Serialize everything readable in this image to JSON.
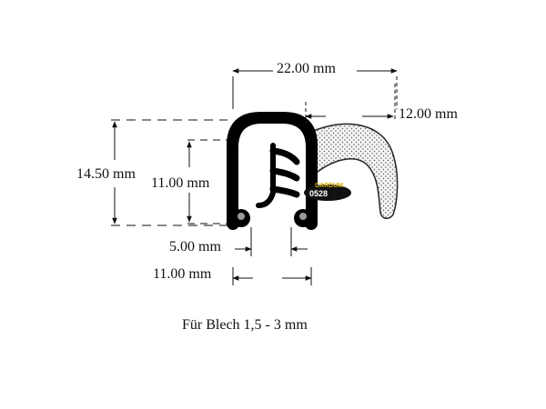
{
  "dimensions": {
    "width_top": "22.00 mm",
    "lip_width": "12.00 mm",
    "total_height": "14.50 mm",
    "inner_height": "11.00 mm",
    "slot_width": "5.00 mm",
    "base_width": "11.00 mm"
  },
  "caption": "Für Blech 1,5 - 3 mm",
  "logo": {
    "brand": "CARDUM",
    "code": "0528",
    "brand_color": "#d9b400"
  },
  "colors": {
    "profile": "#000000",
    "seal": "#f2f2f2",
    "dimension_lines": "#111111"
  }
}
